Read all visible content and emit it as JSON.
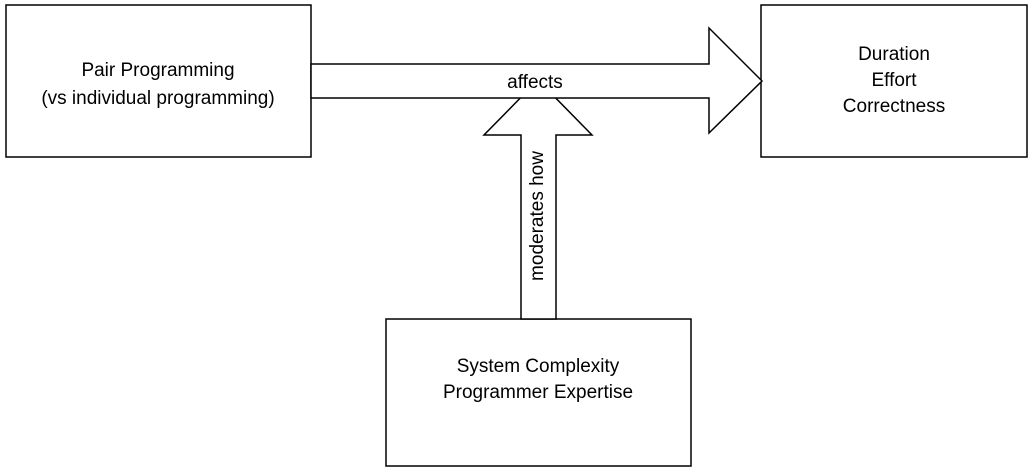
{
  "nodes": {
    "treatment": {
      "lines": [
        "Pair Programming",
        "(vs individual programming)"
      ]
    },
    "outcomes": {
      "lines": [
        "Duration",
        "Effort",
        "Correctness"
      ]
    },
    "moderators": {
      "lines": [
        "System Complexity",
        "Programmer Expertise"
      ]
    }
  },
  "edges": {
    "affects": {
      "label": "affects"
    },
    "moderates": {
      "label": "moderates how"
    }
  }
}
